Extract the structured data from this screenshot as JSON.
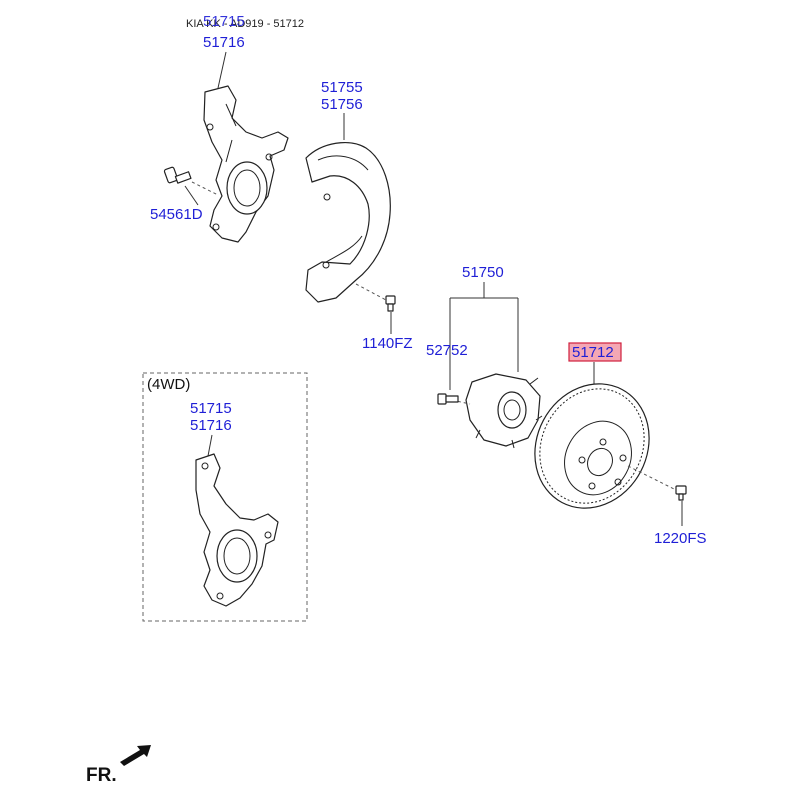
{
  "header": {
    "title": "KIA KK - AD919 - 51712",
    "overprint": "51715"
  },
  "labels": {
    "knuckle_top_1": "51716",
    "shield_1": "51755",
    "shield_2": "51756",
    "bolt_54561d": "54561D",
    "bolt_1140fz": "1140FZ",
    "hub_assy": "51750",
    "hub_bolt": "52752",
    "disc": "51712",
    "screw_1220fs": "1220FS",
    "box_title": "(4WD)",
    "knuckle_4wd_1": "51715",
    "knuckle_4wd_2": "51716",
    "front_marker": "FR."
  },
  "colors": {
    "label": "#1f1fd6",
    "highlight_fill": "#f4a7b4",
    "highlight_border": "#d0203c",
    "line": "#222222"
  }
}
